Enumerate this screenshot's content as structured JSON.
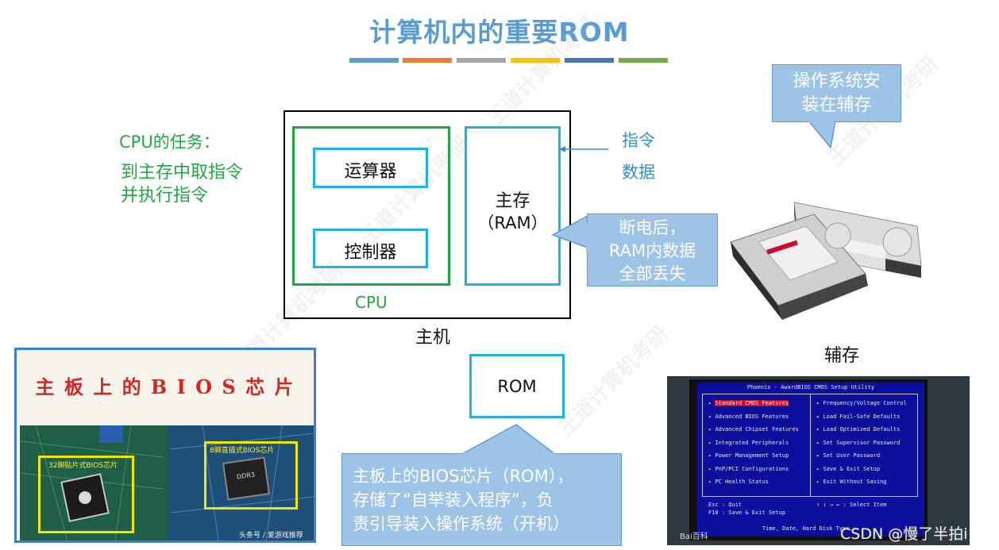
{
  "title": "计算机内的重要ROM",
  "stripes": [
    "#5b9bd5",
    "#ed7d31",
    "#a5a5a5",
    "#ffc000",
    "#4472c4",
    "#70ad47"
  ],
  "cpu_task": {
    "heading": "CPU的任务：",
    "line1": "到主存中取指令",
    "line2": "并执行指令"
  },
  "host": {
    "label": "主机",
    "cpu_label": "CPU",
    "alu": "运算器",
    "control_unit": "控制器",
    "main_memory_line1": "主存",
    "main_memory_line2": "（RAM）"
  },
  "instr_data": {
    "line1": "指令",
    "line2": "数据"
  },
  "ram_callout": {
    "line1": "断电后，",
    "line2": "RAM内数据",
    "line3": "全部丢失"
  },
  "os_callout": {
    "line1": "操作系统安",
    "line2": "装在辅存"
  },
  "aux_storage_label": "辅存",
  "rom_label": "ROM",
  "bios_callout": {
    "line1": "主板上的BIOS芯片（ROM），",
    "line2": "存储了“自举装入程序”，负",
    "line3": "责引导装入操作系统（开机）"
  },
  "motherboard_photo": {
    "banner": "主 板 上 的 B I O S 芯 片",
    "chip1_label": "32脚贴片式BIOS芯片",
    "chip2_label": "8脚直插式BIOS芯片",
    "chip2_text": "DDR3",
    "footer": "头条号 / 爱游戏推荐"
  },
  "bios_screen": {
    "header": "Phoenix - AwardBIOS CMOS Setup Utility",
    "left_items": [
      "Standard CMOS Features",
      "Advanced BIOS Features",
      "Advanced Chipset Features",
      "Integrated Peripherals",
      "Power Management Setup",
      "PnP/PCI Configurations",
      "PC Health Status"
    ],
    "right_items": [
      "Frequency/Voltage Control",
      "Load Fail-Safe Defaults",
      "Load Optimized Defaults",
      "Set Supervisor Password",
      "Set User Password",
      "Save & Exit Setup",
      "Exit Without Saving"
    ],
    "footer_left1": "Esc : Quit",
    "footer_right1": "↑ ↓ → ←   : Select Item",
    "footer_left2": "F10 : Save & Exit Setup",
    "bottom_line": "Time, Date, Hard Disk Type...",
    "photo_mark": "Bai百科"
  },
  "credit": "CSDN @慢了半拍i"
}
